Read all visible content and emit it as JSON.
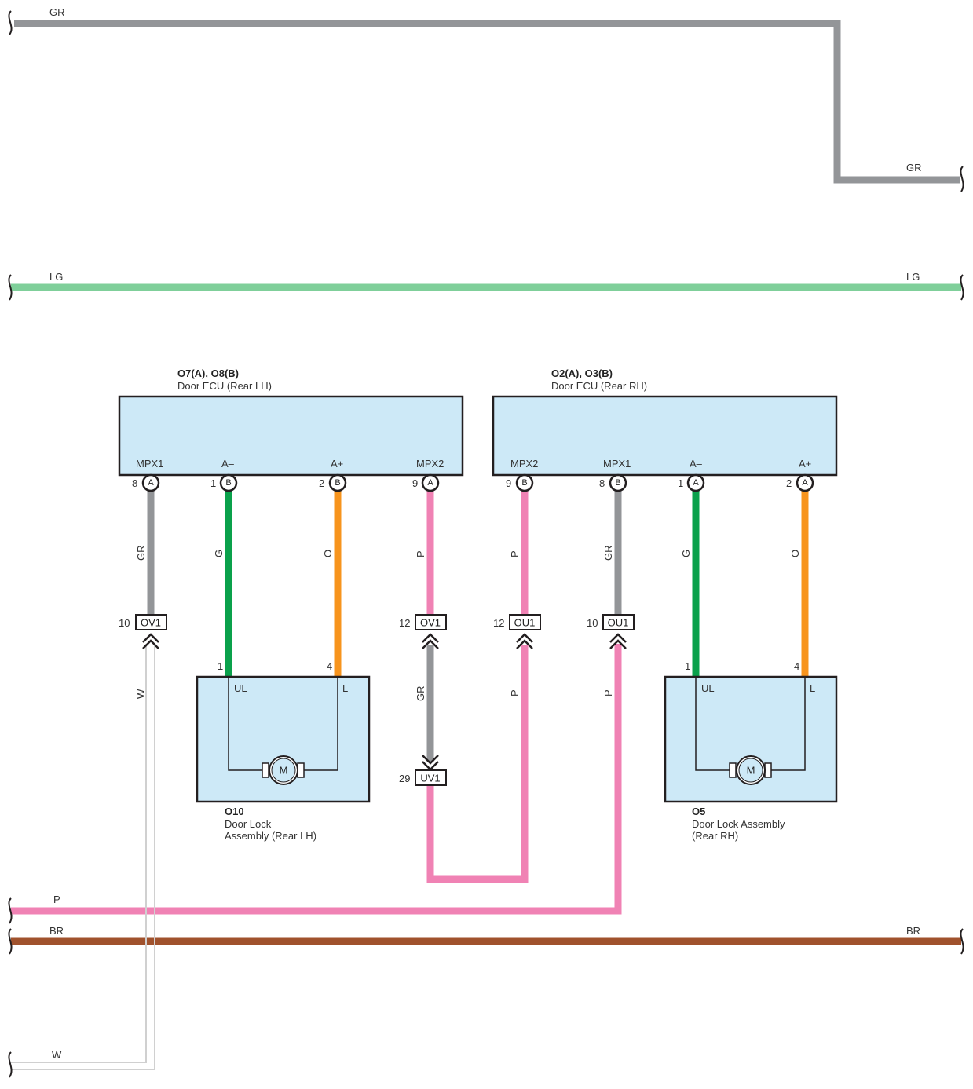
{
  "colors": {
    "GR": "#939598",
    "LG": "#7fcf9a",
    "G": "#0aa14b",
    "O": "#f7941d",
    "P": "#f082b4",
    "BR": "#a0522d",
    "W": "#d0d0d0",
    "box_fill": "#cde9f7",
    "stroke": "#231f20"
  },
  "bus_wires": {
    "gr_left": "GR",
    "gr_right": "GR",
    "lg_left": "LG",
    "lg_right": "LG",
    "p_left": "P",
    "br_left": "BR",
    "br_right": "BR",
    "w_left": "W"
  },
  "ecu_lh": {
    "id": "O7(A), O8(B)",
    "name": "Door ECU (Rear LH)",
    "pins": [
      {
        "label": "MPX1",
        "num": "8",
        "conn": "A"
      },
      {
        "label": "A–",
        "num": "1",
        "conn": "B"
      },
      {
        "label": "A+",
        "num": "2",
        "conn": "B"
      },
      {
        "label": "MPX2",
        "num": "9",
        "conn": "A"
      }
    ]
  },
  "ecu_rh": {
    "id": "O2(A), O3(B)",
    "name": "Door ECU (Rear RH)",
    "pins": [
      {
        "label": "MPX2",
        "num": "9",
        "conn": "B"
      },
      {
        "label": "MPX1",
        "num": "8",
        "conn": "B"
      },
      {
        "label": "A–",
        "num": "1",
        "conn": "A"
      },
      {
        "label": "A+",
        "num": "2",
        "conn": "A"
      }
    ]
  },
  "wire_colors": {
    "lh_mpx1": "GR",
    "lh_a_minus": "G",
    "lh_a_plus": "O",
    "lh_mpx2": "P",
    "rh_mpx2": "P",
    "rh_mpx1": "GR",
    "rh_a_minus": "G",
    "rh_a_plus": "O",
    "lh_below_ov1": "W",
    "mid_between_ov1_uv1": "GR",
    "ou1_12_below": "P",
    "ou1_10_below": "P"
  },
  "junctions": {
    "ov1_left": {
      "num": "10",
      "name": "OV1"
    },
    "ov1_mid": {
      "num": "12",
      "name": "OV1"
    },
    "ou1_12": {
      "num": "12",
      "name": "OU1"
    },
    "ou1_10": {
      "num": "10",
      "name": "OU1"
    },
    "uv1": {
      "num": "29",
      "name": "UV1"
    }
  },
  "lock_lh": {
    "id": "O10",
    "name_line1": "Door Lock",
    "name_line2": "Assembly (Rear LH)",
    "pin_ul": "UL",
    "pin_l": "L",
    "num_ul": "1",
    "num_l": "4",
    "motor": "M"
  },
  "lock_rh": {
    "id": "O5",
    "name_line1": "Door Lock Assembly",
    "name_line2": "(Rear RH)",
    "pin_ul": "UL",
    "pin_l": "L",
    "num_ul": "1",
    "num_l": "4",
    "motor": "M"
  }
}
